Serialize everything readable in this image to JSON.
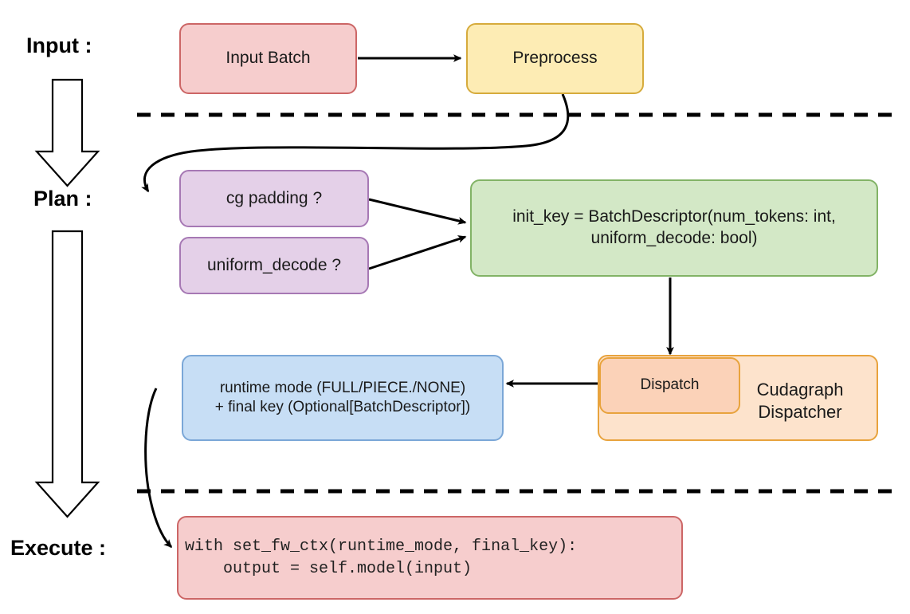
{
  "diagram": {
    "title_stages": [
      {
        "id": "input",
        "label": "Input :"
      },
      {
        "id": "plan",
        "label": "Plan :"
      },
      {
        "id": "execute",
        "label": "Execute :"
      }
    ],
    "nodes": {
      "input_batch": {
        "label": "Input Batch",
        "fill": "#f6cdcd",
        "stroke": "#cc6666"
      },
      "preprocess": {
        "label": "Preprocess",
        "fill": "#fdecb4",
        "stroke": "#d6ab3c"
      },
      "cg_padding": {
        "label": "cg padding ?",
        "fill": "#e4d0e8",
        "stroke": "#a678b4"
      },
      "uniform_decode": {
        "label": "uniform_decode ?",
        "fill": "#e4d0e8",
        "stroke": "#a678b4"
      },
      "batch_descriptor": {
        "line1": "init_key = BatchDescriptor(num_tokens: int,",
        "line2": "uniform_decode: bool)",
        "fill": "#d3e8c6",
        "stroke": "#82b366"
      },
      "dispatcher": {
        "label_line1": "Cudagraph",
        "label_line2": "Dispatcher",
        "fill": "#fde3cc",
        "stroke": "#e8a33d"
      },
      "dispatch": {
        "label": "Dispatch",
        "fill": "#fbd2b8",
        "stroke": "#e8a33d"
      },
      "runtime_mode": {
        "line1": "runtime mode (FULL/PIECE./NONE)",
        "line2": "+ final key (Optional[BatchDescriptor])",
        "fill": "#c7def5",
        "stroke": "#7ba7d7"
      },
      "execute_code": {
        "code": "with set_fw_ctx(runtime_mode, final_key):\n    output = self.model(input)",
        "fill": "#f6cdcd",
        "stroke": "#cc6666"
      }
    },
    "separators": [
      {
        "id": "input-plan-divider",
        "style": "dashed"
      },
      {
        "id": "plan-execute-divider",
        "style": "dashed"
      }
    ],
    "connectors": [
      {
        "id": "input-batch-to-preprocess",
        "kind": "arrow-right"
      },
      {
        "id": "preprocess-to-cg-padding",
        "kind": "curved-arrow"
      },
      {
        "id": "cg-padding-to-batch-descriptor",
        "kind": "arrow-diagonal"
      },
      {
        "id": "uniform-decode-to-batch-descriptor",
        "kind": "arrow-diagonal"
      },
      {
        "id": "batch-descriptor-to-dispatch",
        "kind": "arrow-down"
      },
      {
        "id": "dispatch-to-runtime-mode",
        "kind": "arrow-left"
      },
      {
        "id": "runtime-mode-to-execute-code",
        "kind": "curved-arrow"
      },
      {
        "id": "stage-arrow-input-to-plan",
        "kind": "block-arrow-down"
      },
      {
        "id": "stage-arrow-plan-to-execute",
        "kind": "block-arrow-down"
      }
    ]
  }
}
